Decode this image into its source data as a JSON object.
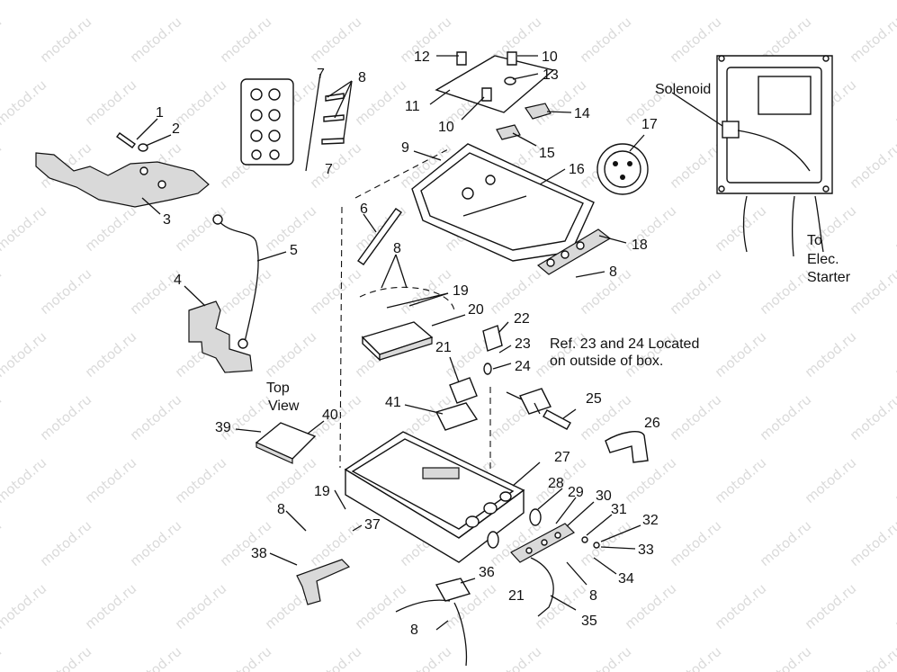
{
  "watermark": "motod.ru",
  "callouts": {
    "c1": "1",
    "c2": "2",
    "c3": "3",
    "c4": "4",
    "c5": "5",
    "c6": "6",
    "c7a": "7",
    "c7b": "7",
    "c8a": "8",
    "c8b": "8",
    "c8c": "8",
    "c8d": "8",
    "c8e": "8",
    "c8f": "8",
    "c9": "9",
    "c10a": "10",
    "c10b": "10",
    "c11": "11",
    "c12": "12",
    "c13": "13",
    "c14": "14",
    "c15": "15",
    "c16": "16",
    "c17": "17",
    "c18": "18",
    "c19a": "19",
    "c19b": "19",
    "c20": "20",
    "c21a": "21",
    "c21b": "21",
    "c22": "22",
    "c23": "23",
    "c24": "24",
    "c25": "25",
    "c26": "26",
    "c27": "27",
    "c28": "28",
    "c29": "29",
    "c30": "30",
    "c31": "31",
    "c32": "32",
    "c33": "33",
    "c34": "34",
    "c35": "35",
    "c36": "36",
    "c37": "37",
    "c38": "38",
    "c39": "39",
    "c40": "40",
    "c41": "41"
  },
  "labels": {
    "solenoid": "Solenoid",
    "to_elec_starter": [
      "To",
      "Elec.",
      "Starter"
    ],
    "top_view": [
      "Top",
      "View"
    ],
    "ref_note": [
      "Ref. 23 and 24 Located",
      "on outside of box."
    ]
  }
}
